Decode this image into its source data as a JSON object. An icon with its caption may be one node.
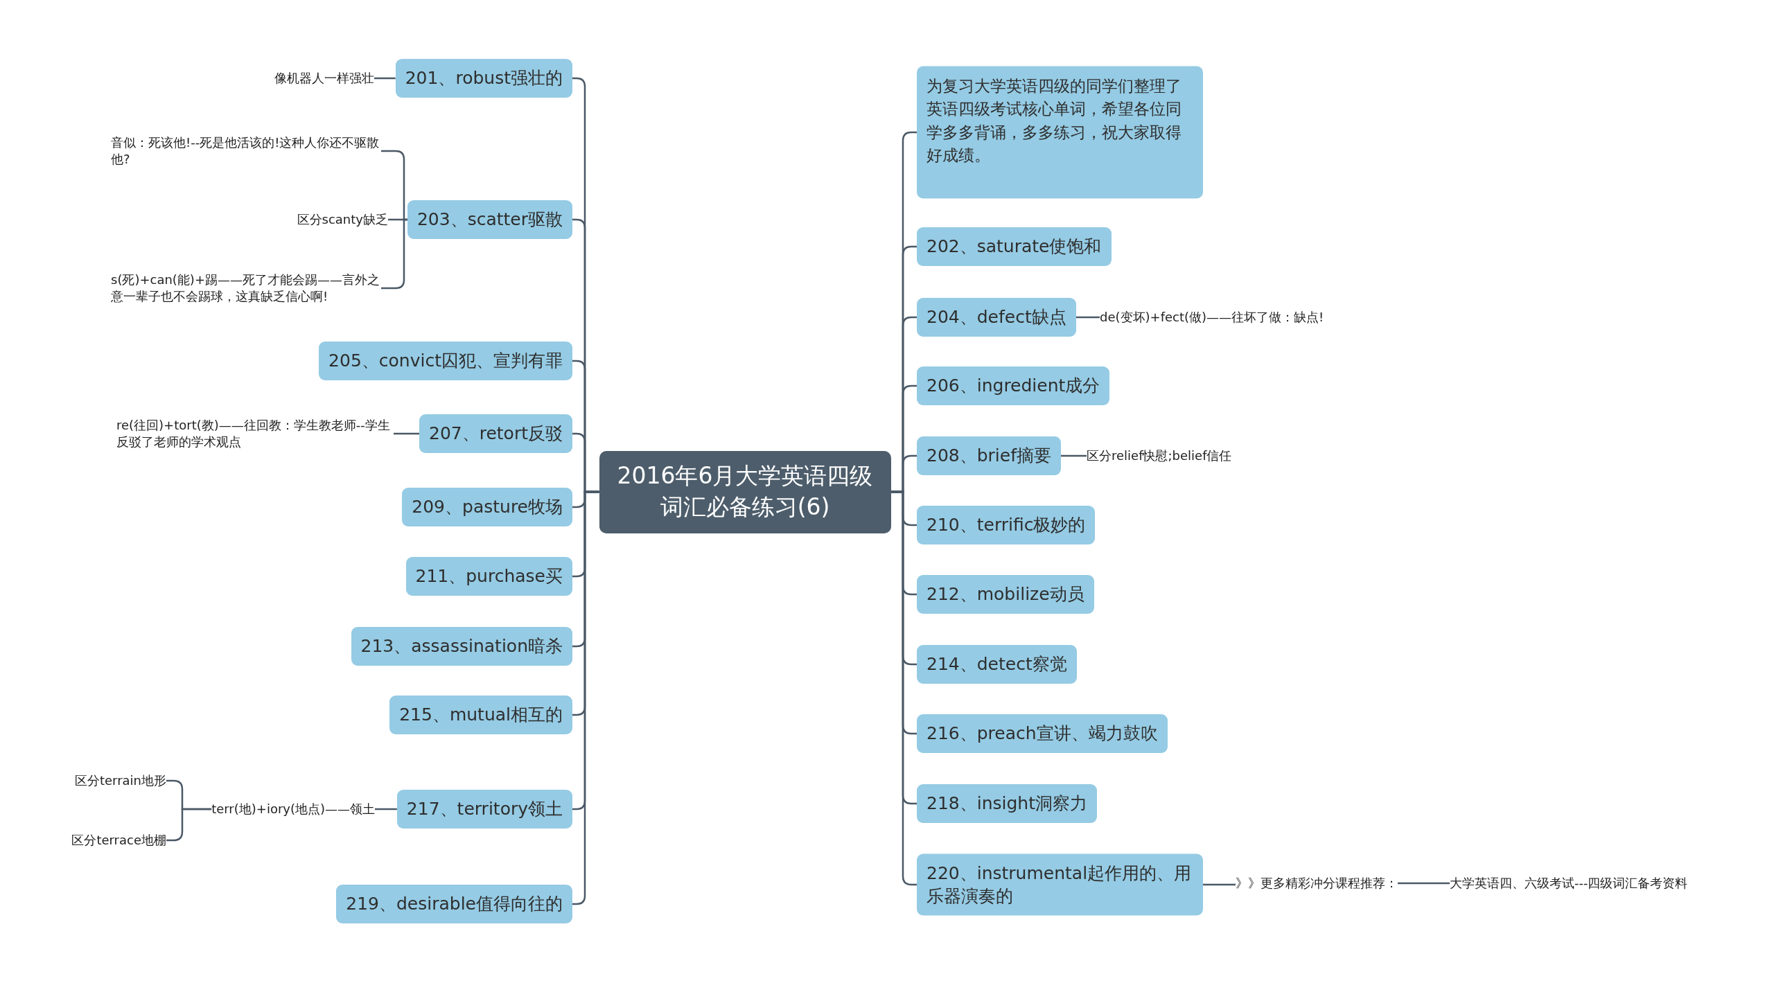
{
  "diagram": {
    "nodes": [
      {
        "text": [
          "2016年6月大学英语四级词汇必备练习(6)"
        ]
      },
      {
        "text": [
          "201、robust强壮的"
        ]
      },
      {
        "text": [
          "像机器人一样强壮"
        ]
      },
      {
        "text": [
          "203、scatter驱散"
        ]
      },
      {
        "text": [
          "音似：死该他!--死是他活该的!这种人你还不驱散他?"
        ]
      },
      {
        "text": [
          "区分scanty缺乏"
        ]
      },
      {
        "text": [
          "s(死)+can(能)+踢——死了才能会踢——言外之意一辈子也不会踢球，这真缺乏信心啊!"
        ]
      },
      {
        "text": [
          "205、convict囚犯、宣判有罪"
        ]
      },
      {
        "text": [
          "207、retort反驳"
        ]
      },
      {
        "text": [
          "re(往回)+tort(教)——往回教：学生教老师--学生反驳了老师的学术观点"
        ]
      },
      {
        "text": [
          "209、pasture牧场"
        ]
      },
      {
        "text": [
          "211、purchase买"
        ]
      },
      {
        "text": [
          "213、assassination暗杀"
        ]
      },
      {
        "text": [
          "215、mutual相互的"
        ]
      },
      {
        "text": [
          "217、territory领土"
        ]
      },
      {
        "text": [
          "terr(地)+iory(地点)——领土"
        ]
      },
      {
        "text": [
          "区分terrain地形"
        ]
      },
      {
        "text": [
          "区分terrace地棚"
        ]
      },
      {
        "text": [
          "219、desirable值得向往的"
        ]
      },
      {
        "text": [
          "为复习大学英语四级的同学们整理了英语四级考试核心单词，希望各位同学多多背诵，多多练习，祝大家取得好成绩。"
        ]
      },
      {
        "text": [
          "202、saturate使饱和"
        ]
      },
      {
        "text": [
          "204、defect缺点"
        ]
      },
      {
        "text": [
          "de(变坏)+fect(做)——往坏了做：缺点!"
        ]
      },
      {
        "text": [
          "206、ingredient成分"
        ]
      },
      {
        "text": [
          "208、brief摘要"
        ]
      },
      {
        "text": [
          "区分relief快慰;belief信任"
        ]
      },
      {
        "text": [
          "210、terrific极妙的"
        ]
      },
      {
        "text": [
          "212、mobilize动员"
        ]
      },
      {
        "text": [
          "214、detect察觉"
        ]
      },
      {
        "text": [
          "216、preach宣讲、竭力鼓吹"
        ]
      },
      {
        "text": [
          "218、insight洞察力"
        ]
      },
      {
        "text": [
          "220、instrumental起作用的、用乐器演奏的"
        ]
      },
      {
        "text": [
          "》》更多精彩冲分课程推荐："
        ]
      },
      {
        "text": [
          "大学英语四、六级考试---四级词汇备考资料"
        ]
      }
    ],
    "edges": [
      {
        "from": 0,
        "to": 1,
        "arrow": "none"
      },
      {
        "from": 0,
        "to": 3,
        "arrow": "none"
      },
      {
        "from": 0,
        "to": 7,
        "arrow": "none"
      },
      {
        "from": 0,
        "to": 8,
        "arrow": "none"
      },
      {
        "from": 0,
        "to": 10,
        "arrow": "none"
      },
      {
        "from": 0,
        "to": 11,
        "arrow": "none"
      },
      {
        "from": 0,
        "to": 12,
        "arrow": "none"
      },
      {
        "from": 0,
        "to": 13,
        "arrow": "none"
      },
      {
        "from": 0,
        "to": 14,
        "arrow": "none"
      },
      {
        "from": 0,
        "to": 18,
        "arrow": "none"
      },
      {
        "from": 0,
        "to": 19,
        "arrow": "none"
      },
      {
        "from": 0,
        "to": 20,
        "arrow": "none"
      },
      {
        "from": 0,
        "to": 21,
        "arrow": "none"
      },
      {
        "from": 0,
        "to": 23,
        "arrow": "none"
      },
      {
        "from": 0,
        "to": 24,
        "arrow": "none"
      },
      {
        "from": 0,
        "to": 26,
        "arrow": "none"
      },
      {
        "from": 0,
        "to": 27,
        "arrow": "none"
      },
      {
        "from": 0,
        "to": 28,
        "arrow": "none"
      },
      {
        "from": 0,
        "to": 29,
        "arrow": "none"
      },
      {
        "from": 0,
        "to": 30,
        "arrow": "none"
      },
      {
        "from": 0,
        "to": 31,
        "arrow": "none"
      },
      {
        "from": 1,
        "to": 2,
        "arrow": "none"
      },
      {
        "from": 3,
        "to": 4,
        "arrow": "none"
      },
      {
        "from": 3,
        "to": 5,
        "arrow": "none"
      },
      {
        "from": 3,
        "to": 6,
        "arrow": "none"
      },
      {
        "from": 8,
        "to": 9,
        "arrow": "none"
      },
      {
        "from": 14,
        "to": 15,
        "arrow": "none"
      },
      {
        "from": 15,
        "to": 16,
        "arrow": "none"
      },
      {
        "from": 15,
        "to": 17,
        "arrow": "none"
      },
      {
        "from": 21,
        "to": 22,
        "arrow": "none"
      },
      {
        "from": 24,
        "to": 25,
        "arrow": "none"
      },
      {
        "from": 31,
        "to": 32,
        "arrow": "none"
      },
      {
        "from": 32,
        "to": 33,
        "arrow": "none"
      }
    ]
  }
}
